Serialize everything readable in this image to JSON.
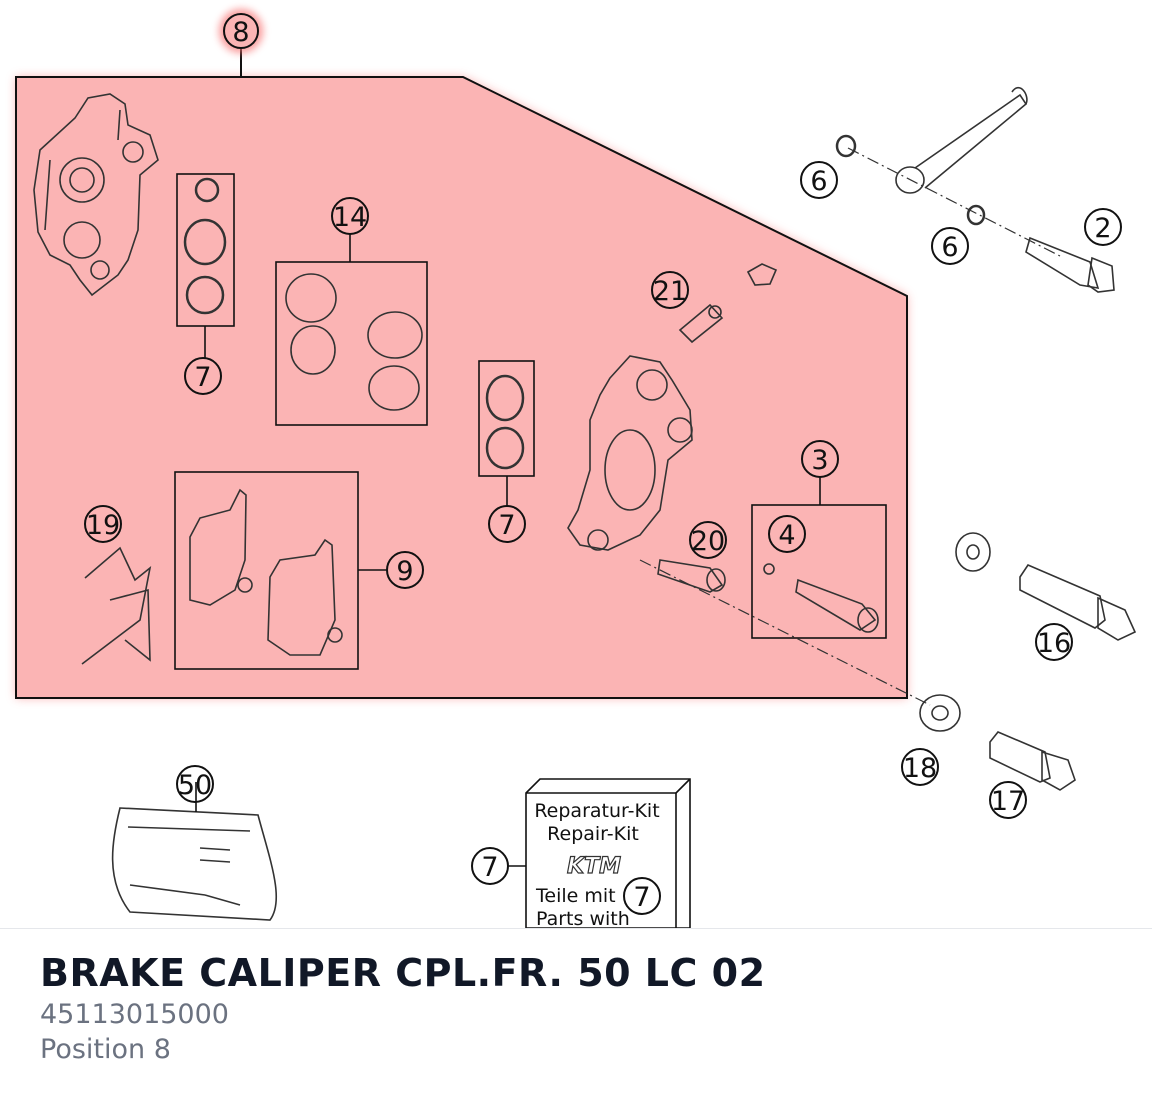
{
  "colors": {
    "highlight_fill": "#fbb4b4",
    "highlight_glow": "#f87171",
    "title_text": "#111827",
    "meta_text": "#6b7280"
  },
  "diagram": {
    "callouts": {
      "c8": "8",
      "c14": "14",
      "c7a": "7",
      "c7b": "7",
      "c19": "19",
      "c9": "9",
      "c21": "21",
      "c3": "3",
      "c4": "4",
      "c20": "20",
      "c6a": "6",
      "c6b": "6",
      "c2": "2",
      "c16": "16",
      "c18": "18",
      "c17": "17",
      "c50": "50",
      "c7c": "7",
      "c7d": "7"
    },
    "kit_box": {
      "line1": "Reparatur-Kit",
      "line2": "Repair-Kit",
      "logo": "KTM",
      "line3": "Teile mit",
      "line4": "Parts with"
    }
  },
  "footer": {
    "title": "BRAKE CALIPER CPL.FR. 50 LC 02",
    "part_number": "45113015000",
    "position": "Position 8"
  }
}
